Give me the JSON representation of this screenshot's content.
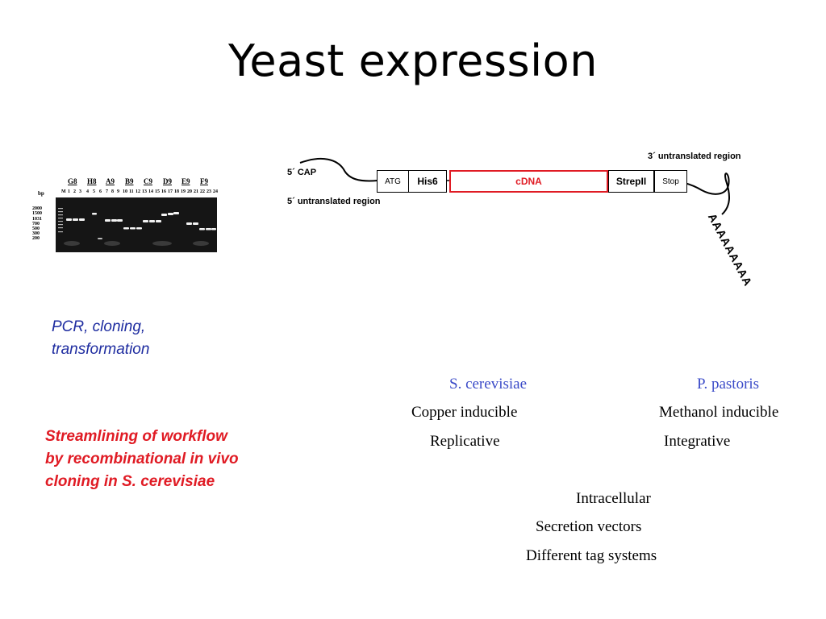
{
  "slide": {
    "title": "Yeast expression"
  },
  "gel": {
    "bp_label": "bp",
    "size_markers": [
      "2000",
      "1500",
      "1031",
      "700",
      "500",
      "300",
      "200"
    ],
    "groups": [
      "G8",
      "H8",
      "A9",
      "B9",
      "C9",
      "D9",
      "E9",
      "F9"
    ],
    "lanes": [
      "M",
      "1",
      "2",
      "3",
      "4",
      "5",
      "6",
      "7",
      "8",
      "9",
      "10",
      "11",
      "12",
      "13",
      "14",
      "15",
      "16",
      "17",
      "18",
      "19",
      "20",
      "21",
      "22",
      "23",
      "24"
    ]
  },
  "captions": {
    "pcr_line1": "PCR, cloning,",
    "pcr_line2": "transformation",
    "streamline_line1": "Streamlining of workflow",
    "streamline_line2": "by recombinational in vivo",
    "streamline_line3": "cloning in S. cerevisiae"
  },
  "construct": {
    "cap_label": "5´ CAP",
    "utr5_label": "5´ untranslated region",
    "utr3_label": "3´ untranslated region",
    "atg": "ATG",
    "his6": "His6",
    "cdna": "cDNA",
    "strep": "StrepII",
    "stop": "Stop",
    "polya": "AAAAAAAAA"
  },
  "comparison": {
    "sc_header": "S. cerevisiae",
    "pp_header": "P. pastoris",
    "sc_induction": "Copper inducible",
    "pp_induction": "Methanol inducible",
    "sc_type": "Replicative",
    "pp_type": "Integrative",
    "feature1": "Intracellular",
    "feature2": "Secretion vectors",
    "feature3": "Different tag systems"
  },
  "colors": {
    "blue_text": "#1e2ca0",
    "red_text": "#e01b24",
    "header_blue": "#3b4bc8",
    "cdna_red": "#e01b24"
  }
}
